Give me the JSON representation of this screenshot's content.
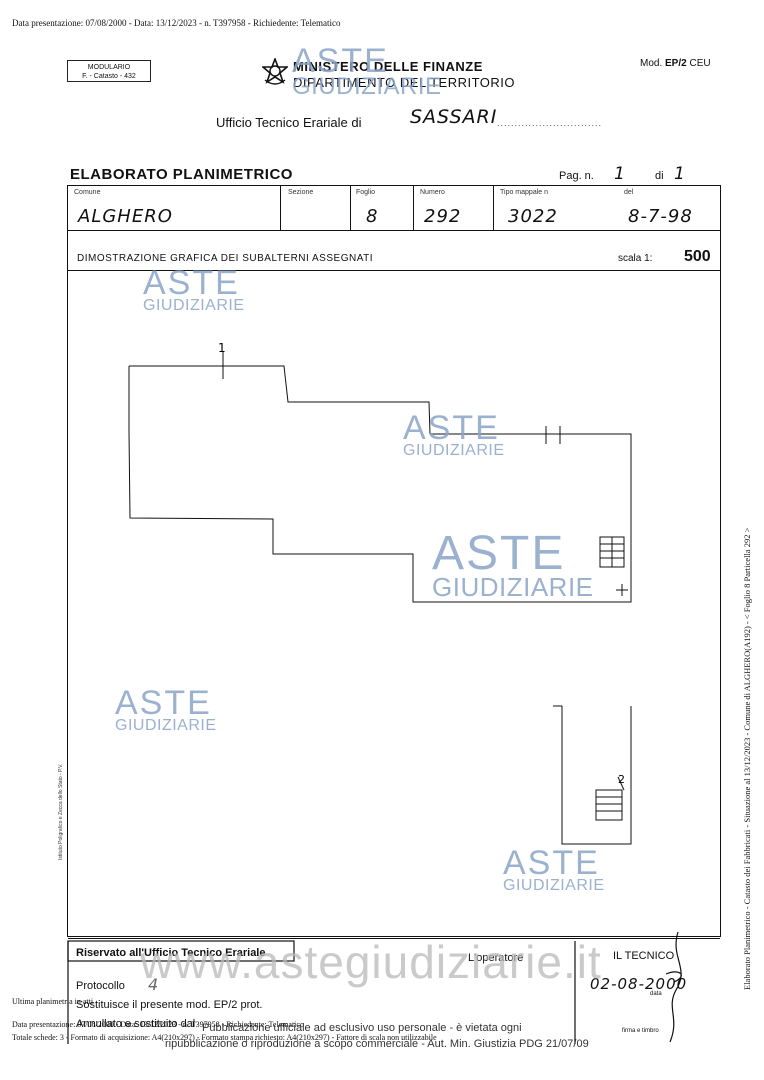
{
  "header": {
    "line": "Data presentazione: 07/08/2000 - Data: 13/12/2023 - n. T397958 - Richiedente: Telematico"
  },
  "form": {
    "modulario_line1": "MODULARIO",
    "modulario_line2": "F. - Catasto - 432",
    "ministero": "MINISTERO DELLE FINANZE",
    "dipartimento": "DIPARTIMENTO DEL TERRITORIO",
    "mod_code": "EP/2",
    "mod_prefix": "Mod.",
    "mod_suffix": "CEU",
    "ufficio_label": "Ufficio Tecnico Erariale di",
    "ufficio_value": "SASSARI",
    "title": "ELABORATO PLANIMETRICO",
    "pag_label": "Pag. n.",
    "pag_n": "1",
    "di_label": "di",
    "pag_tot": "1"
  },
  "fields": {
    "comune_label": "Comune",
    "comune_value": "ALGHERO",
    "sezione_label": "Sezione",
    "sezione_value": "",
    "foglio_label": "Foglio",
    "foglio_value": "8",
    "numero_label": "Numero",
    "numero_value": "292",
    "tipo_label": "Tipo mappale n",
    "tipo_value": "3022",
    "del_label": "del",
    "del_value": "8-7-98"
  },
  "drawing": {
    "heading": "DIMOSTRAZIONE GRAFICA DEI SUBALTERNI ASSEGNATI",
    "scala_label": "scala 1:",
    "scala_value": "500",
    "sub_label_1": "1",
    "sub_label_2": "2"
  },
  "watermark": {
    "aste": "ASTE",
    "giudiziarie": "GIUDIZIARIE",
    "url": "www.astegiudiziarie.it"
  },
  "footer_box": {
    "riservato": "Riservato all'Ufficio Tecnico Erariale",
    "protocollo_label": "Protocollo",
    "protocollo_value": "4",
    "sostituisce": "Sostituisce il presente mod. EP/2 prot.",
    "annullato": "Annullato e sostituito dal",
    "operatore": "L'operatore",
    "tecnico": "IL TECNICO",
    "tecnico_date": "02-08-2000",
    "data_label": "data",
    "firma_label": "firma e timbro"
  },
  "side": {
    "small_vertical": "Istituto Poligrafico e Zecca dello Stato - P.V.",
    "right_vertical": "Elaborato Planimetrico - Catasto dei Fabbricati - Situazione al 13/12/2023 - Comune di ALGHERO(A192) - < Foglio 8 Particella 292 >"
  },
  "footer": {
    "ultima": "Ultima planimetria in atti",
    "line1": "Data presentazione: 07/08/2000 - Data: 13/12/2023 - n. T397958 - Richiedente: Telematico",
    "line2": "Totale schede: 3 - Formato di acquisizione: A4(210x297) - Formato stampa richiesto: A4(210x297) - Fattore di scala non utilizzabile",
    "disclaimer1": "Pubblicazione ufficiale ad esclusivo uso personale - è vietata ogni",
    "disclaimer2": "ripubblicazione o riproduzione a scopo commerciale - Aut. Min. Giustizia PDG 21/07/09"
  }
}
